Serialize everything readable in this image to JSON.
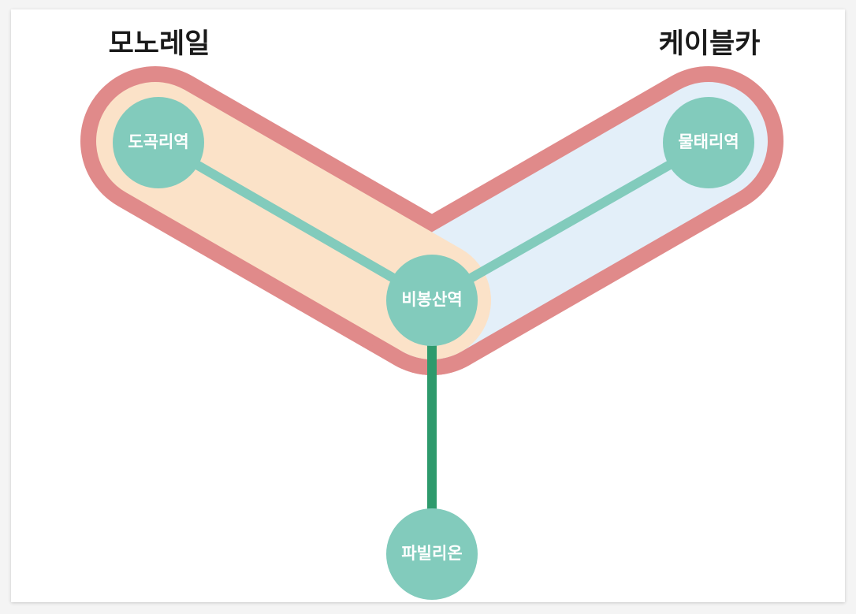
{
  "diagram": {
    "groups": [
      {
        "label": "모노레일",
        "fill": "#fbe2c8"
      },
      {
        "label": "케이블카",
        "fill": "#e3eff9"
      }
    ],
    "group_outline_color": "#e08a8a",
    "stations": {
      "dogok": "도곡리역",
      "multae": "물태리역",
      "bibong": "비봉산역",
      "pabillion": "파빌리온"
    },
    "colors": {
      "station_fill": "#82cbbc",
      "station_text": "#ffffff",
      "line_light": "#82cbbc",
      "line_dark": "#2e9a6c"
    }
  }
}
